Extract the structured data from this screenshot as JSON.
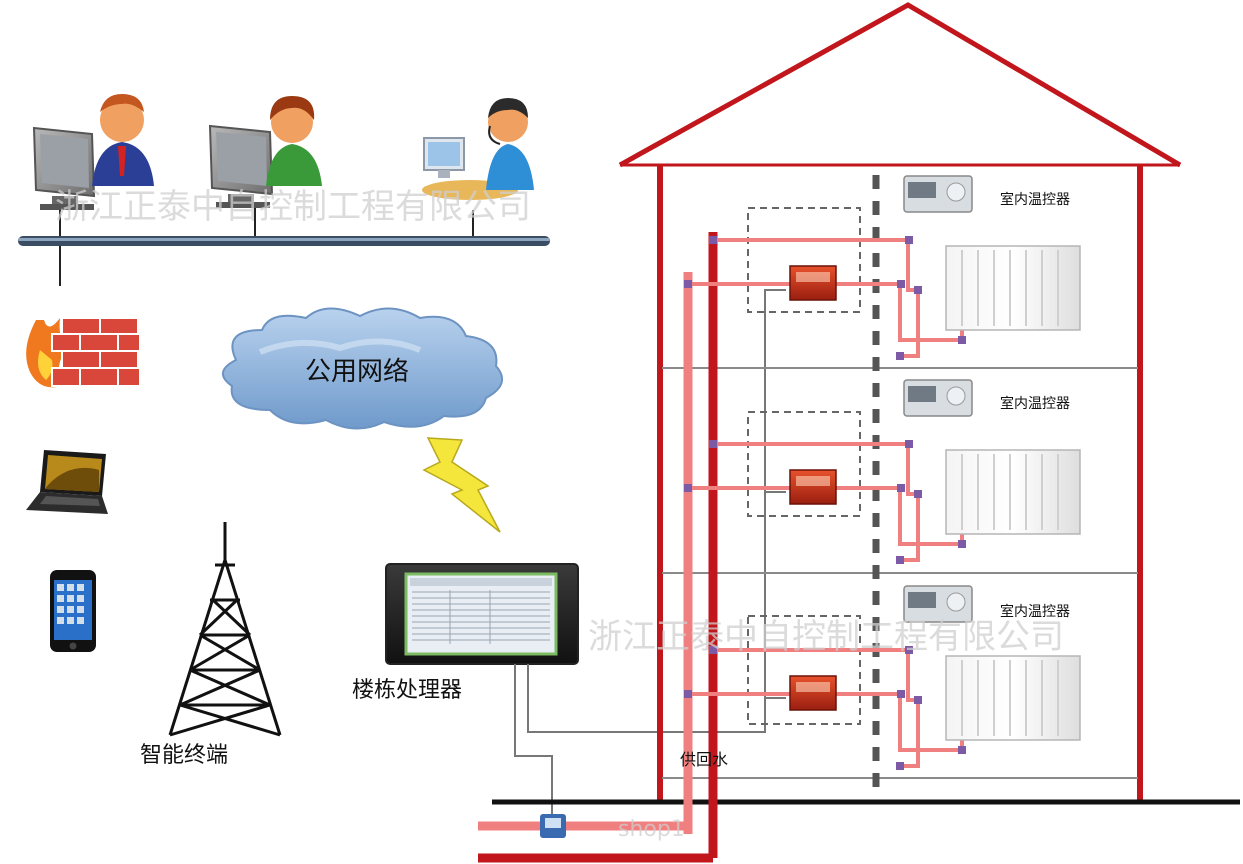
{
  "labels": {
    "public_network": "公用网络",
    "smart_terminal": "智能终端",
    "building_processor": "楼栋处理器",
    "supply_return": "供回水",
    "thermostat_1": "室内温控器",
    "thermostat_2": "室内温控器",
    "thermostat_3": "室内温控器"
  },
  "watermarks": {
    "top": "浙江正泰中自控制工程有限公司",
    "right": "浙江正泰中自控制工程有限公司",
    "bottom": "shop1"
  },
  "colors": {
    "supply_pipe": "#c0161c",
    "return_pipe": "#f08080",
    "valve_pipe": "#7c5aa6",
    "house_outline": "#c0161c",
    "cloud": "#8fb4dc",
    "lightning": "#f5e63c"
  }
}
